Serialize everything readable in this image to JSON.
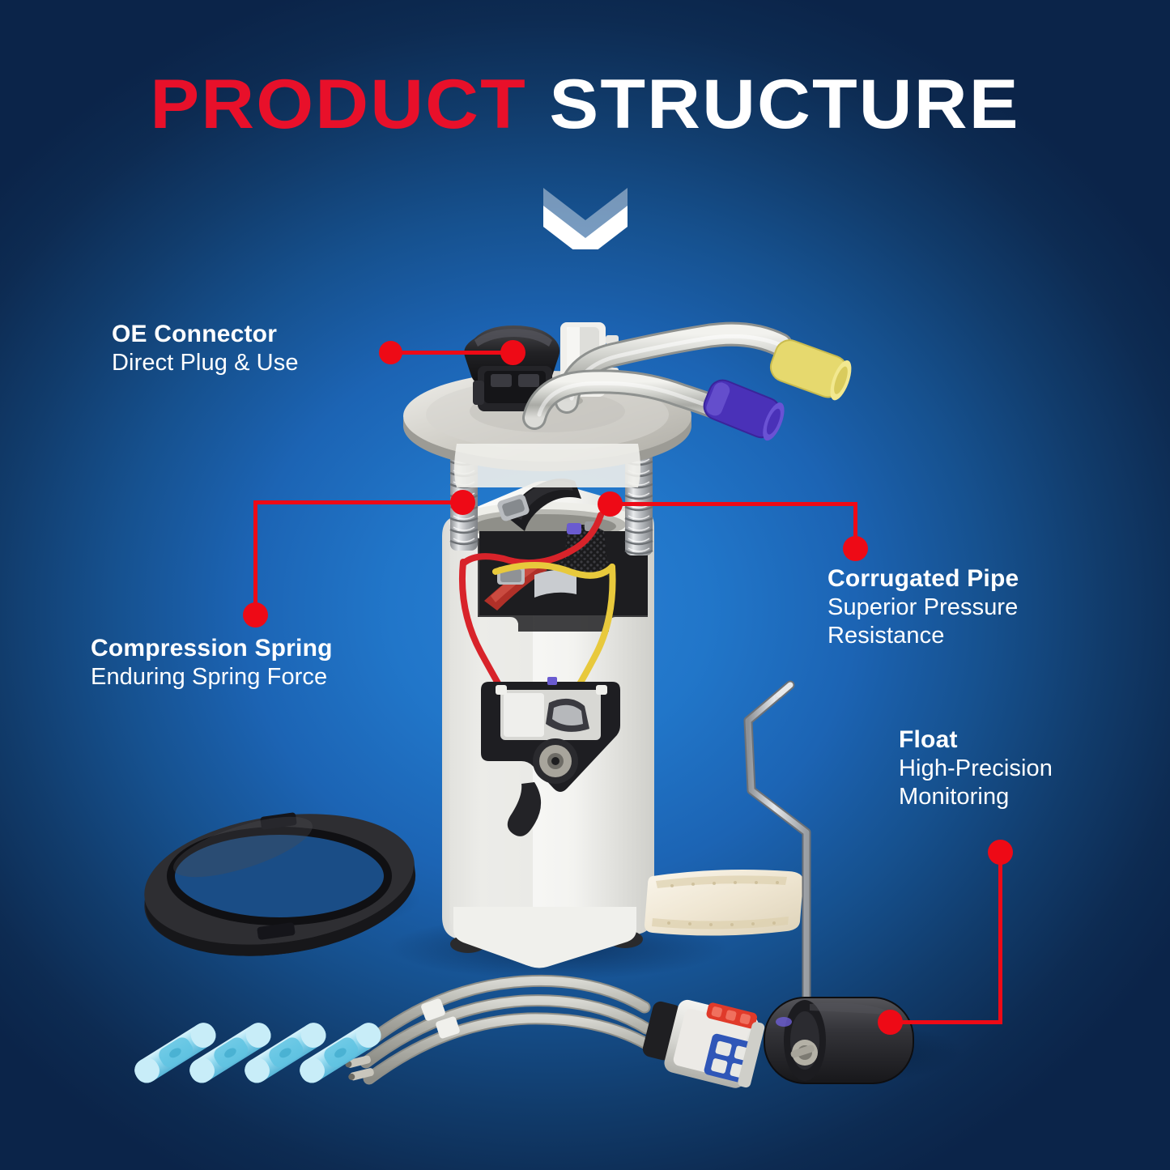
{
  "page": {
    "title_part1": "PRODUCT",
    "title_part2": " STRUCTURE",
    "background_dark": "#0d2b52",
    "background_light": "#2a7fd4",
    "accent_red": "#ee0a16",
    "title_red": "#e8102a",
    "text_color": "#ffffff"
  },
  "scroll_hint": {
    "icon": "chevron-down-double-icon"
  },
  "callouts": [
    {
      "id": "oe-connector",
      "title": "OE Connector",
      "subtitle": "Direct Plug & Use",
      "subtitle_lines": [
        "Direct Plug & Use"
      ]
    },
    {
      "id": "compression-spring",
      "title": "Compression Spring",
      "subtitle": "Enduring Spring Force",
      "subtitle_lines": [
        "Enduring Spring Force"
      ]
    },
    {
      "id": "corrugated-pipe",
      "title": "Corrugated Pipe",
      "subtitle": "Superior Pressure Resistance",
      "subtitle_lines": [
        "Superior Pressure",
        "Resistance"
      ]
    },
    {
      "id": "float",
      "title": "Float",
      "subtitle": "High-Precision Monitoring",
      "subtitle_lines": [
        "High-Precision",
        "Monitoring"
      ]
    }
  ],
  "product": {
    "name": "fuel-pump-module-assembly",
    "parts": [
      {
        "name": "mounting-flange",
        "color": "#c8c8c4"
      },
      {
        "name": "oe-electrical-connector",
        "color": "#1e1e20"
      },
      {
        "name": "white-connector-block",
        "color": "#eceae4"
      },
      {
        "name": "fuel-line-tube-yellow-cap",
        "color": "#e8d96a"
      },
      {
        "name": "fuel-line-tube-purple-cap",
        "color": "#4b31b4"
      },
      {
        "name": "compression-spring-left",
        "color": "#b9bcc0"
      },
      {
        "name": "compression-spring-right",
        "color": "#b9bcc0"
      },
      {
        "name": "corrugated-pipe-sleeve",
        "color": "#1b1b1d"
      },
      {
        "name": "red-wire",
        "color": "#d8232a"
      },
      {
        "name": "yellow-wire",
        "color": "#e8c93c"
      },
      {
        "name": "reservoir-body",
        "color": "#f4f4f2"
      },
      {
        "name": "fuel-level-sender",
        "color": "#232326"
      },
      {
        "name": "rubber-lock-ring",
        "color": "#232325"
      },
      {
        "name": "fuel-strainer-sock",
        "color": "#efe7d4"
      },
      {
        "name": "float-arm",
        "color": "#b7bcc2"
      },
      {
        "name": "float-body",
        "color": "#2b2b2e"
      },
      {
        "name": "wiring-harness-pigtail",
        "color": "#b2b2ac"
      },
      {
        "name": "harness-connector-housing",
        "color": "#e2e2de"
      },
      {
        "name": "butt-connector",
        "color": "#8fd8ee",
        "count": 4
      }
    ]
  }
}
